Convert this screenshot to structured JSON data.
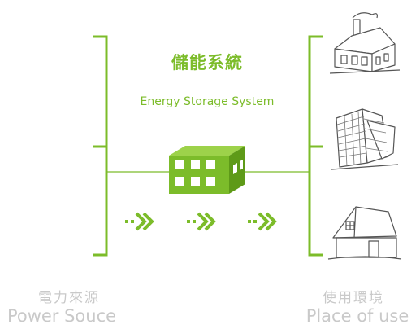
{
  "diagram": {
    "title_zh": "儲能系統",
    "title_en": "Energy Storage System",
    "source_zh": "電力來源",
    "source_en": "Power Souce",
    "use_zh": "使用環境",
    "use_en": "Place of use"
  },
  "colors": {
    "accent": "#7cbc2a",
    "accent_dark": "#5e9a18",
    "accent_light": "#9dd24a",
    "caption": "#c9c9c9",
    "sketch": "#555555"
  },
  "icons": [
    "storage-box-icon",
    "flow-arrow-icon",
    "factory-icon",
    "office-building-icon",
    "house-icon"
  ]
}
